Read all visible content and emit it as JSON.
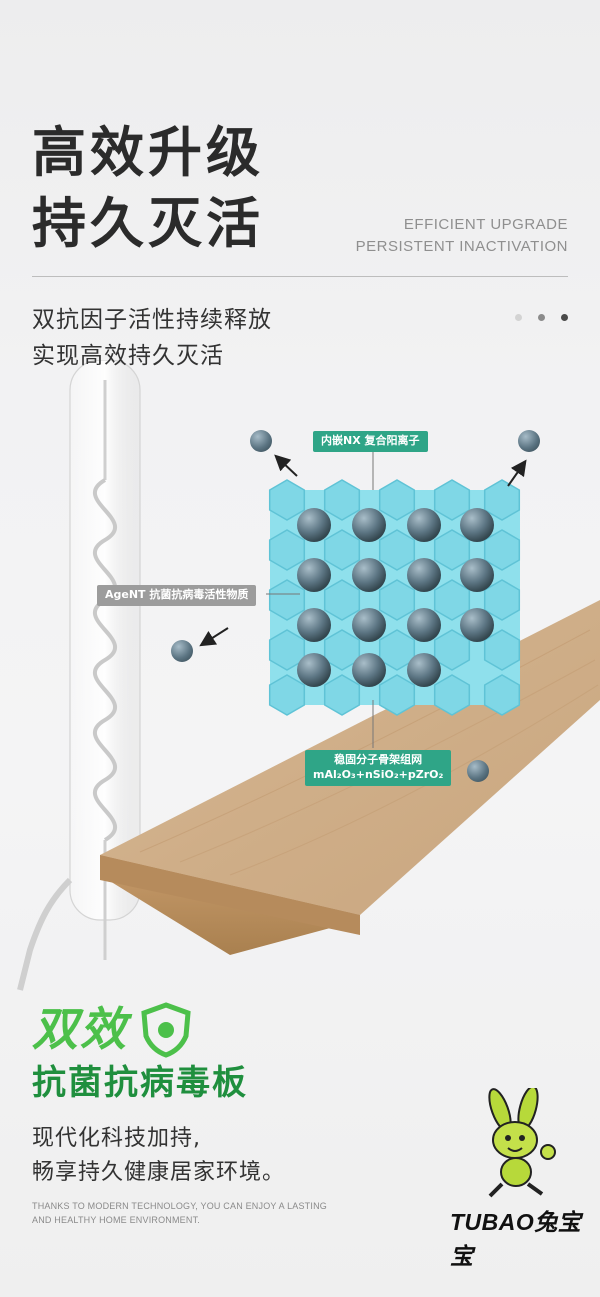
{
  "header": {
    "title_line1": "高效升级",
    "title_line2": "持久灭活",
    "en_line1": "EFFICIENT UPGRADE",
    "en_line2": "PERSISTENT INACTIVATION",
    "dots": [
      "#d3d3d3",
      "#8b8b8b",
      "#4a4a4a"
    ]
  },
  "intro": {
    "line1": "双抗因子活性持续释放",
    "line2": "实现高效持久灭活"
  },
  "diagram": {
    "tag_top": "内嵌NX 复合阳离子",
    "tag_left": "AgeNT 抗菌抗病毒活性物质",
    "tag_bottom_line1": "稳固分子骨架组网",
    "tag_bottom_line2": "mAl₂O₃+nSiO₂+pZrO₂"
  },
  "brand": {
    "title": "双效",
    "subtitle": "抗菌抗病毒板"
  },
  "description": {
    "line1": "现代化科技加持,",
    "line2": "畅享持久健康居家环境。",
    "english": "THANKS TO MODERN TECHNOLOGY, YOU CAN ENJOY A LASTING AND HEALTHY HOME ENVIRONMENT."
  },
  "logo": {
    "text": "TUBAO兔宝宝",
    "icon": "rabbit-mascot-icon"
  },
  "colors": {
    "accent_green": "#2fa587",
    "brand_green": "#4cc04a",
    "lattice_blue": "#7fd7e6"
  }
}
